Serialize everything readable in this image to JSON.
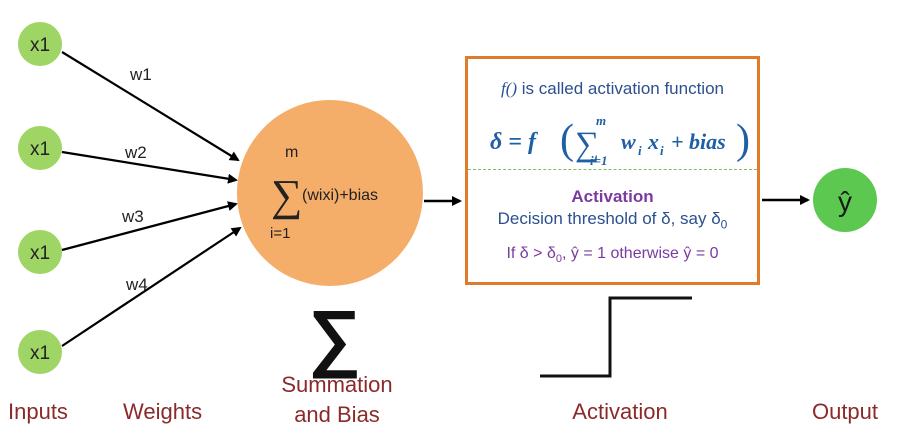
{
  "inputs": [
    "x1",
    "x1",
    "x1",
    "x1"
  ],
  "weights": [
    "w1",
    "w2",
    "w3",
    "w4"
  ],
  "summation": {
    "upper": "m",
    "lower": "i=1",
    "expr": "(wixi)+bias",
    "symbol": "∑"
  },
  "activation_box": {
    "line1_fn": "f()",
    "line1_rest": " is called activation function",
    "formula_lhs": "δ = f",
    "formula_body": "w",
    "formula_sub_i": "i",
    "formula_x": "x",
    "formula_plus": "+ bias",
    "sum_upper": "m",
    "sum_lower": "i=1",
    "title": "Activation",
    "threshold_text": "Decision threshold of δ, say δ",
    "threshold_sub": "0",
    "rule_text_a": "If δ > δ",
    "rule_text_b": ", ŷ = 1 otherwise ŷ = 0"
  },
  "output_symbol": "ŷ",
  "labels": {
    "inputs": "Inputs",
    "weights": "Weights",
    "summation": "Summation and Bias",
    "summation_line1": "Summation",
    "summation_line2": "and Bias",
    "activation": "Activation",
    "output": "Output"
  },
  "colors": {
    "input_node": "#9ed565",
    "sum_node": "#f5ad6a",
    "output_node": "#5cc84f",
    "box_border": "#e07b2c",
    "label_text": "#8b2a2a",
    "blue_text": "#2b4f8f",
    "purple_text": "#7a3aa0"
  }
}
